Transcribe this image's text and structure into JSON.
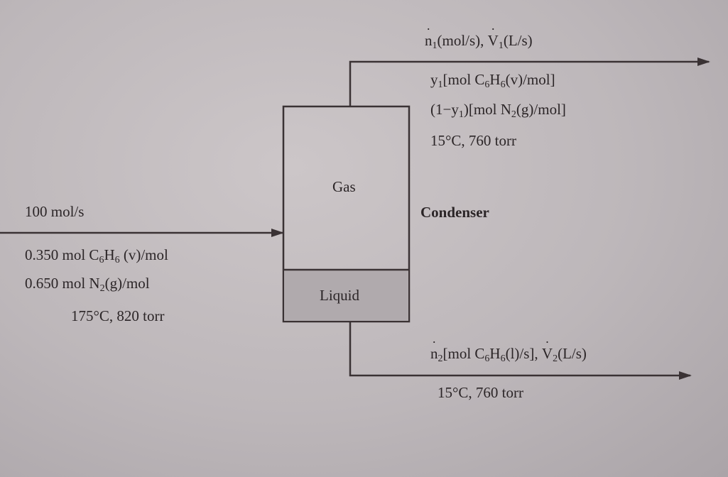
{
  "feed": {
    "flow": "100 mol/s",
    "comp1": {
      "amount": "0.350 mol C",
      "sub1": "6",
      "mid": "H",
      "sub2": "6",
      "tail": " (v)/mol"
    },
    "comp2": {
      "amount": "0.650 mol N",
      "sub1": "2",
      "tail": "(g)/mol"
    },
    "conditions": "175°C, 820 torr"
  },
  "unit": {
    "name": "Condenser",
    "gas_label": "Gas",
    "liquid_label": "Liquid"
  },
  "gas_out": {
    "flow": {
      "n": "n",
      "n_sub": "1",
      "n_unit": "(mol/s), ",
      "v": "V",
      "v_sub": "1",
      "v_unit": "(L/s)"
    },
    "comp1": {
      "y": "y",
      "y_sub": "1",
      "a": "[mol C",
      "s1": "6",
      "h": "H",
      "s2": "6",
      "tail": "(v)/mol]"
    },
    "comp2": {
      "pre": "(1−y",
      "pre_sub": "1",
      "a": ")[mol N",
      "s1": "2",
      "tail": "(g)/mol]"
    },
    "conditions": "15°C, 760 torr"
  },
  "liquid_out": {
    "flow": {
      "n": "n",
      "n_sub": "2",
      "a": "[mol C",
      "s1": "6",
      "h": "H",
      "s2": "6",
      "tail": "(l)/s], ",
      "v": "V",
      "v_sub": "2",
      "v_unit": "(L/s)"
    },
    "conditions": "15°C, 760 torr"
  },
  "colors": {
    "line": "#3a3234",
    "liquid_fill": "#b0aaad"
  }
}
